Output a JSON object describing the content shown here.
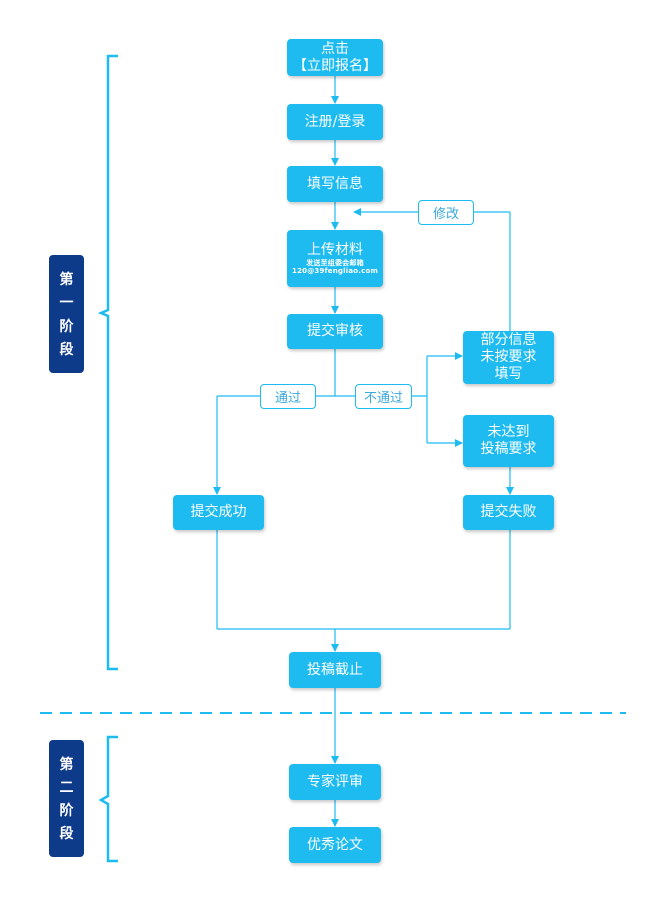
{
  "colors": {
    "node": "#1ebbf0",
    "line": "#1ebbf0",
    "stage": "#0e3a8a",
    "label_text": "#3aa9dc"
  },
  "nodes": {
    "click": {
      "line1": "点击",
      "line2": "【立即报名】"
    },
    "register": "注册/登录",
    "fill_info": "填写信息",
    "upload": {
      "title": "上传材料",
      "sub1": "发送至组委会邮箱",
      "sub2": "120@39fengliao.com"
    },
    "submit_review": "提交审核",
    "partial": {
      "line1": "部分信息",
      "line2": "未按要求",
      "line3": "填写"
    },
    "not_meet": {
      "line1": "未达到",
      "line2": "投稿要求"
    },
    "success": "提交成功",
    "fail": "提交失败",
    "deadline": "投稿截止",
    "expert": "专家评审",
    "excellent": "优秀论文"
  },
  "labels": {
    "modify": "修改",
    "pass": "通过",
    "not_pass": "不通过"
  },
  "stages": {
    "first": [
      "第",
      "一",
      "阶",
      "段"
    ],
    "second": [
      "第",
      "二",
      "阶",
      "段"
    ]
  }
}
